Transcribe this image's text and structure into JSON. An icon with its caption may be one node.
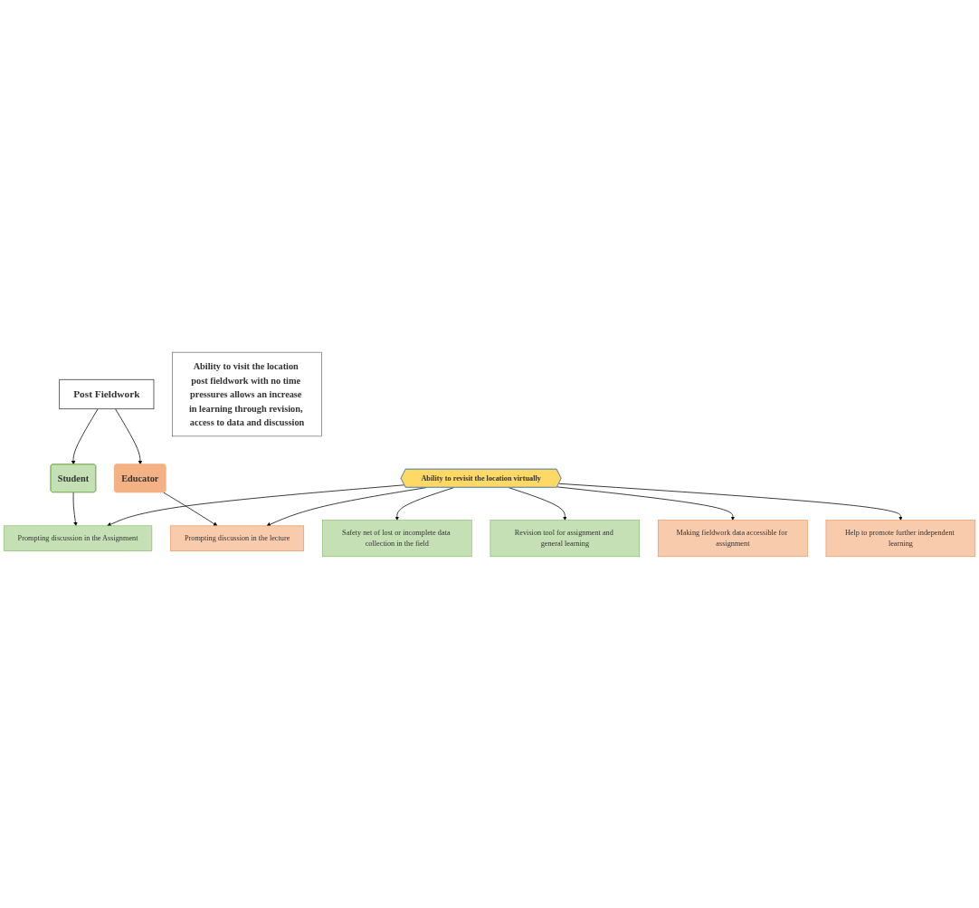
{
  "diagram": {
    "nodes": [
      {
        "text": [
          "Post Fieldwork"
        ]
      },
      {
        "text": [
          "Student"
        ]
      },
      {
        "text": [
          "Educator"
        ]
      },
      {
        "text": [
          "Prompting discussion in the Assignment"
        ]
      },
      {
        "text": [
          "Safety net of lost or incomplete data collection in the field"
        ]
      },
      {
        "text": [
          "Revision tool for assignment and general learning"
        ]
      },
      {
        "text": [
          "Ability to revisit the location virtually"
        ]
      },
      {
        "text": [
          "Prompting discussion in the lecture"
        ]
      },
      {
        "text": [
          "Making fieldwork data accessible for assignment"
        ]
      },
      {
        "text": [
          "Help to promote further independent learning"
        ]
      },
      {
        "text": [
          "Ability to visit the location post fieldwork with no time pressures allows an increase in learning through revision, access to data and discussion"
        ]
      }
    ],
    "edges": [
      {
        "from": 0,
        "to": 1,
        "arrow": "to"
      },
      {
        "from": 0,
        "to": 2,
        "arrow": "to"
      },
      {
        "from": 1,
        "to": 3,
        "arrow": "to"
      },
      {
        "from": 2,
        "to": 7,
        "arrow": "to"
      },
      {
        "from": 6,
        "to": 3,
        "arrow": "to"
      },
      {
        "from": 6,
        "to": 4,
        "arrow": "to"
      },
      {
        "from": 6,
        "to": 5,
        "arrow": "to"
      },
      {
        "from": 6,
        "to": 7,
        "arrow": "to"
      },
      {
        "from": 6,
        "to": 8,
        "arrow": "to"
      },
      {
        "from": 6,
        "to": 9,
        "arrow": "to"
      }
    ]
  }
}
